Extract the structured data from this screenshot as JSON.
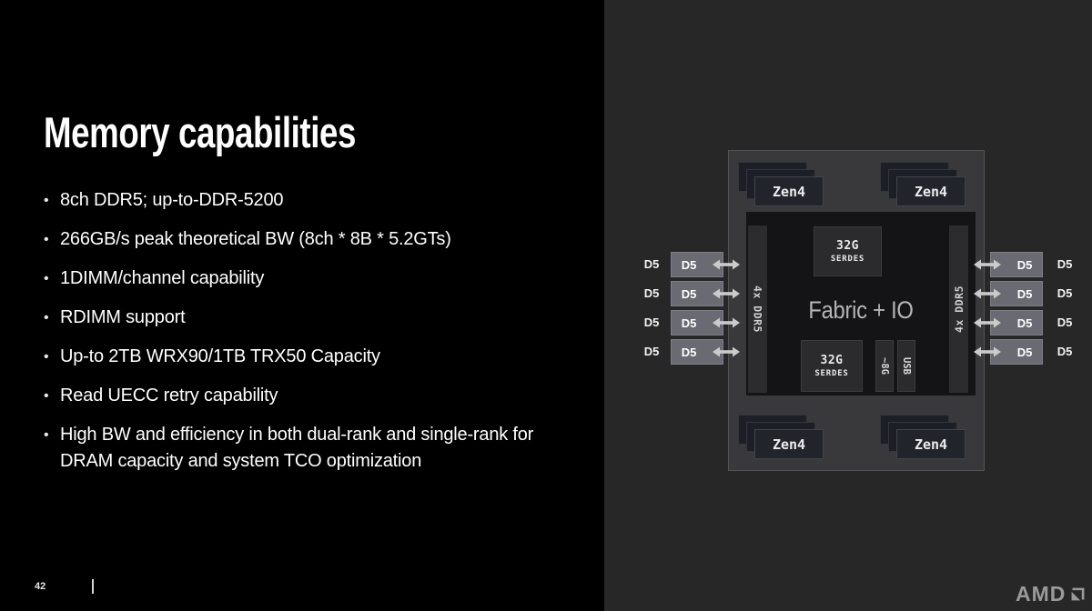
{
  "slide": {
    "title": "Memory capabilities",
    "bullet_glyph": "•",
    "bullets": [
      "8ch DDR5; up-to-DDR-5200",
      "266GB/s peak theoretical BW (8ch * 8B * 5.2GTs)",
      "1DIMM/channel capability",
      "RDIMM support",
      "Up-to 2TB WRX90/1TB TRX50 Capacity",
      "Read UECC retry capability",
      "High BW and efficiency in both dual-rank and single-rank for DRAM capacity and system TCO optimization"
    ],
    "page_number": "42"
  },
  "logo": {
    "text": "AMD"
  },
  "diagram": {
    "zen_label": "Zen4",
    "fabric_label": "Fabric + IO",
    "serdes_top": {
      "line1": "32G",
      "line2": "SERDES"
    },
    "serdes_bottom": {
      "line1": "32G",
      "line2": "SERDES"
    },
    "g8_label": "~8G",
    "usb_label": "USB",
    "ddr_left_label": "4x DDR5",
    "ddr_right_label": "4x DDR5",
    "d5_label": "D5",
    "colors": {
      "left_panel": "#000000",
      "right_panel": "#272727",
      "chip_package": "#39393b",
      "io_die": "#141416",
      "dimm_module": "#6a6a72",
      "arrow": "#cbcbcb",
      "text": "#ffffff"
    }
  }
}
